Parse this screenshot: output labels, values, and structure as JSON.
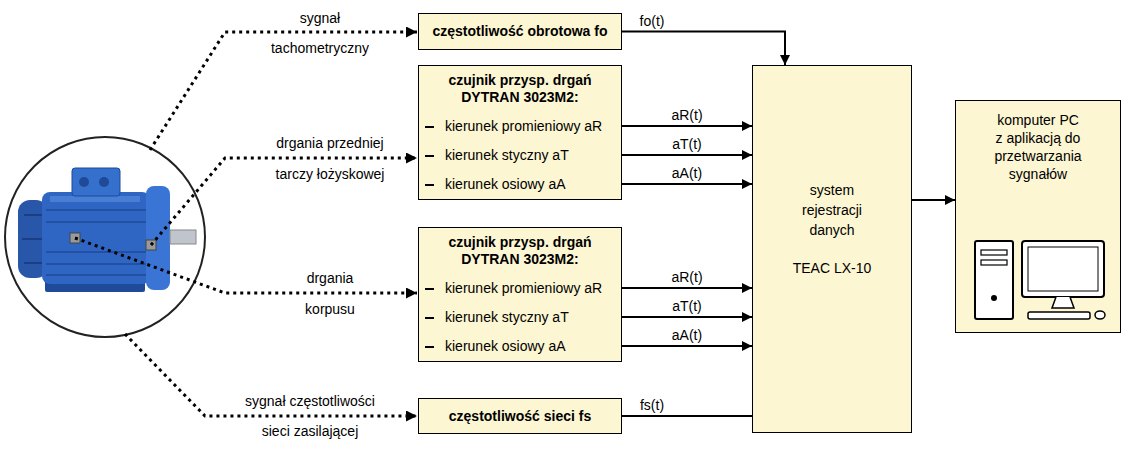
{
  "diagram": {
    "nodes": [
      {
        "text": [
          "częstotliwość obrotowa fo"
        ]
      },
      {
        "text": [
          "czujnik przysp. drgań DYTRAN 3023M2:",
          "kierunek promieniowy aR",
          "kierunek styczny aT",
          "kierunek osiowy aA"
        ]
      },
      {
        "text": [
          "czujnik przysp. drgań DYTRAN 3023M2:",
          "kierunek promieniowy aR",
          "kierunek styczny aT",
          "kierunek osiowy aA"
        ]
      },
      {
        "text": [
          "częstotliwość sieci fs"
        ]
      },
      {
        "text": [
          "system rejestracji danych",
          "TEAC LX-10"
        ]
      },
      {
        "text": [
          "komputer PC z aplikacją do przetwarzania sygnałów"
        ]
      }
    ],
    "edges": [
      {
        "from": 0,
        "to": 4,
        "arrow": "to",
        "label": "fo(t)"
      },
      {
        "from": 1,
        "to": 4,
        "arrow": "to",
        "label": "aR(t)"
      },
      {
        "from": 1,
        "to": 4,
        "arrow": "to",
        "label": "aT(t)"
      },
      {
        "from": 1,
        "to": 4,
        "arrow": "to",
        "label": "aA(t)"
      },
      {
        "from": 2,
        "to": 4,
        "arrow": "to",
        "label": "aR(t)"
      },
      {
        "from": 2,
        "to": 4,
        "arrow": "to",
        "label": "aT(t)"
      },
      {
        "from": 2,
        "to": 4,
        "arrow": "to",
        "label": "aA(t)"
      },
      {
        "from": 3,
        "to": 4,
        "arrow": "to",
        "label": "fs(t)"
      },
      {
        "from": 4,
        "to": 5,
        "arrow": "to"
      }
    ],
    "labels": [
      "sygnał",
      "tachometryczny",
      "drgania przedniej",
      "tarczy łożyskowej",
      "drgania",
      "korpusu",
      "sygnał częstotliwości",
      "sieci zasilającej"
    ]
  }
}
